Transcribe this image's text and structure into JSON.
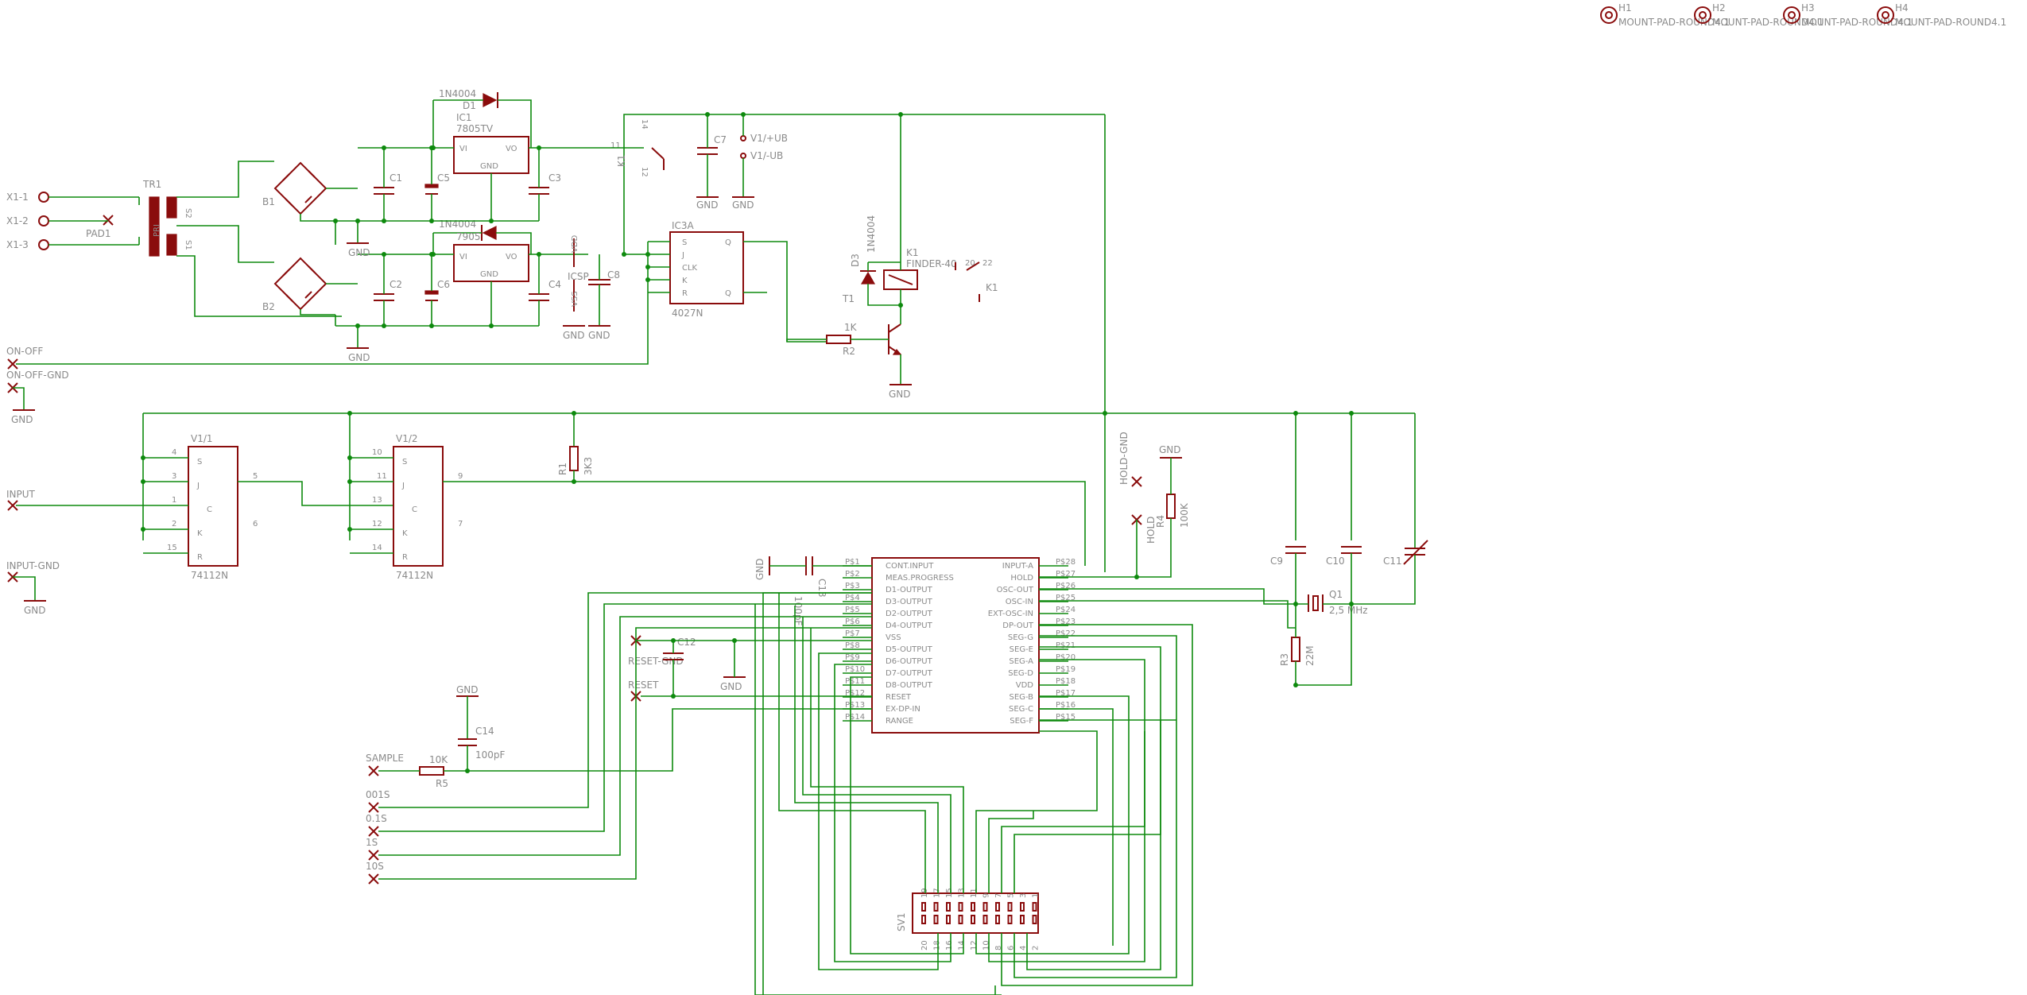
{
  "title": "",
  "connectors": [
    {
      "id": "x1-1",
      "label": "X1-1"
    },
    {
      "id": "x1-2",
      "label": "X1-2"
    },
    {
      "id": "x1-3",
      "label": "X1-3"
    },
    {
      "id": "pad1",
      "label": "PAD1"
    },
    {
      "id": "on-off",
      "label": "ON-OFF"
    },
    {
      "id": "on-off-gnd",
      "label": "ON-OFF-GND"
    },
    {
      "id": "input",
      "label": "INPUT"
    },
    {
      "id": "input-gnd",
      "label": "INPUT-GND"
    },
    {
      "id": "hold-gnd",
      "label": "HOLD-GND"
    },
    {
      "id": "hold",
      "label": "HOLD"
    },
    {
      "id": "reset-gnd",
      "label": "RESET-GND"
    },
    {
      "id": "reset",
      "label": "RESET"
    },
    {
      "id": "sample",
      "label": "SAMPLE"
    },
    {
      "id": "r001s",
      "label": "001S"
    },
    {
      "id": "r01s",
      "label": "0.1S"
    },
    {
      "id": "r1s",
      "label": "1S"
    },
    {
      "id": "r10s",
      "label": "10S"
    }
  ],
  "mount_pads": [
    {
      "ref": "H1",
      "name": "MOUNT-PAD-ROUND4.1"
    },
    {
      "ref": "H2",
      "name": "MOUNT-PAD-ROUND4.1"
    },
    {
      "ref": "H3",
      "name": "MOUNT-PAD-ROUND4.1"
    },
    {
      "ref": "H4",
      "name": "MOUNT-PAD-ROUND4.1"
    }
  ],
  "parts": {
    "tr1": "TR1",
    "pri": "PRI",
    "s1": "S1",
    "s2": "S2",
    "b1": "B1",
    "b2": "B2",
    "d1": "D1",
    "d1_val": "1N4004",
    "d2_val": "1N4004",
    "ic1": "IC1",
    "ic1_val": "7805TV",
    "ic2_val": "7905",
    "vi": "VI",
    "vo": "VO",
    "gnd": "GND",
    "c1": "C1",
    "c2": "C2",
    "c3": "C3",
    "c4": "C4",
    "c5": "C5",
    "c6": "C6",
    "c7": "C7",
    "c8": "C8",
    "icsp": "ICSP",
    "ic3a": "IC3A",
    "ic3_val": "4027N",
    "k1": "K1",
    "k1_val": "FINDER-40",
    "d3": "D3",
    "d3_val": "1N4004",
    "t1": "T1",
    "r2": "R2",
    "r2_val": "1K",
    "v1uub": "V1/+UB",
    "v1mub": "V1/-UB",
    "v11": "V1/1",
    "v12": "V1/2",
    "v_val": "74112N",
    "r1": "R1",
    "r1_val": "3K3",
    "r4": "R4",
    "r4_val": "100K",
    "c13": "C13",
    "c13_val": "100pF",
    "c12": "C12",
    "c14": "C14",
    "c14_val": "100pF",
    "r5": "R5",
    "r5_val": "10K",
    "c9": "C9",
    "c10": "C10",
    "c11": "C11",
    "q1": "Q1",
    "q1_val": "2,5 MHz",
    "r3": "R3",
    "r3_val": "22M",
    "sv1": "SV1"
  },
  "ic_left_pins": [
    {
      "name": "CONT.INPUT",
      "pad": "P$1"
    },
    {
      "name": "MEAS.PROGRESS",
      "pad": "P$2"
    },
    {
      "name": "D1-OUTPUT",
      "pad": "P$3"
    },
    {
      "name": "D3-OUTPUT",
      "pad": "P$4"
    },
    {
      "name": "D2-OUTPUT",
      "pad": "P$5"
    },
    {
      "name": "D4-OUTPUT",
      "pad": "P$6"
    },
    {
      "name": "VSS",
      "pad": "P$7"
    },
    {
      "name": "D5-OUTPUT",
      "pad": "P$8"
    },
    {
      "name": "D6-OUTPUT",
      "pad": "P$9"
    },
    {
      "name": "D7-OUTPUT",
      "pad": "P$10"
    },
    {
      "name": "D8-OUTPUT",
      "pad": "P$11"
    },
    {
      "name": "RESET",
      "pad": "P$12"
    },
    {
      "name": "EX-DP-IN",
      "pad": "P$13"
    },
    {
      "name": "RANGE",
      "pad": "P$14"
    }
  ],
  "ic_right_pins": [
    {
      "name": "INPUT-A",
      "pad": "P$28"
    },
    {
      "name": "HOLD",
      "pad": "P$27"
    },
    {
      "name": "OSC-OUT",
      "pad": "P$26"
    },
    {
      "name": "OSC-IN",
      "pad": "P$25"
    },
    {
      "name": "EXT-OSC-IN",
      "pad": "P$24"
    },
    {
      "name": "DP-OUT",
      "pad": "P$23"
    },
    {
      "name": "SEG-G",
      "pad": "P$22"
    },
    {
      "name": "SEG-E",
      "pad": "P$21"
    },
    {
      "name": "SEG-A",
      "pad": "P$20"
    },
    {
      "name": "SEG-D",
      "pad": "P$19"
    },
    {
      "name": "VDD",
      "pad": "P$18"
    },
    {
      "name": "SEG-B",
      "pad": "P$17"
    },
    {
      "name": "SEG-C",
      "pad": "P$16"
    },
    {
      "name": "SEG-F",
      "pad": "P$15"
    }
  ],
  "ff_pins": [
    "S",
    "J",
    "C",
    "K",
    "R"
  ],
  "cd_pins": [
    "S",
    "J",
    "CLK",
    "K",
    "R"
  ],
  "cd_outputs": [
    "Q",
    "Q"
  ],
  "sv1_top": [
    "19",
    "17",
    "15",
    "13",
    "11",
    "9",
    "7",
    "5",
    "3",
    "1"
  ],
  "sv1_bottom": [
    "20",
    "18",
    "16",
    "14",
    "12",
    "10",
    "8",
    "6",
    "4",
    "2"
  ],
  "colors": {
    "wire": "#0e8a0e",
    "part": "#8a0c0c",
    "text": "#8a8a8a"
  }
}
